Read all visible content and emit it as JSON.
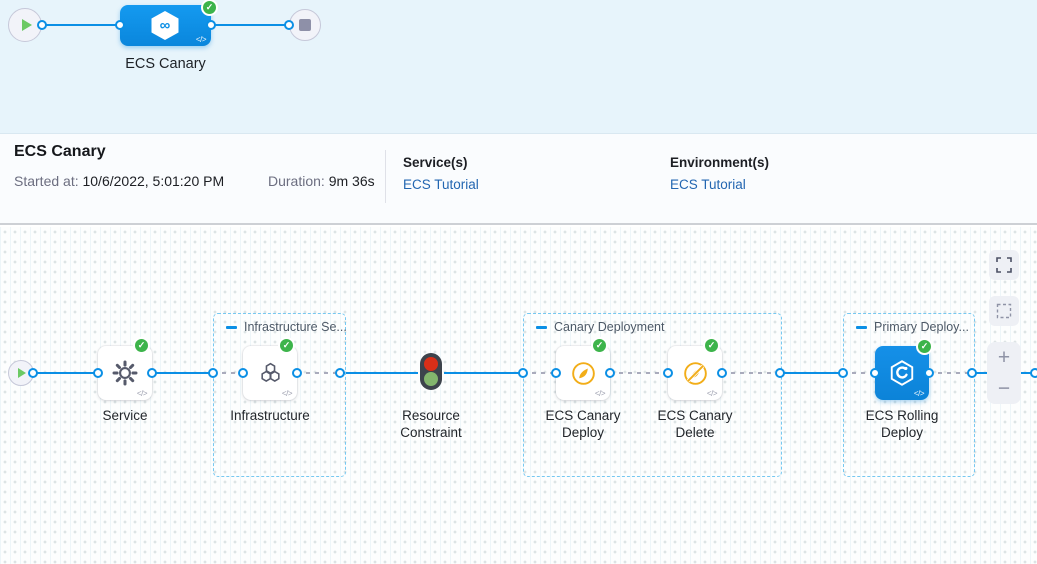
{
  "colors": {
    "accent_blue": "#0b8fe5",
    "success_green": "#3db44b",
    "link_blue": "#2366b1",
    "canary_yellow": "#f2ad18",
    "strip_background": "#e7f4fb"
  },
  "icons": {
    "check": "✓",
    "play-icon": "green triangle",
    "stop-icon": "gray square",
    "gear-icon": "service settings gear",
    "hexagon-cluster-icon": "infrastructure hexagons",
    "traffic-light-icon": "resource constraint light",
    "canary-icon": "yellow canary circle",
    "canary-delete-icon": "yellow canary circle slashed",
    "rolling-deploy-icon": "white hexagon swirl",
    "expand-icon": "fullscreen corners",
    "marquee-select-icon": "dashed square",
    "collapse-icon": "blue minus bar"
  },
  "stage_bar": {
    "stage_name": "ECS Canary",
    "infinity_glyph": "∞"
  },
  "details": {
    "pipeline_name": "ECS Canary",
    "started_label": "Started at:",
    "started_value": " 10/6/2022, 5:01:20 PM",
    "duration_label": "Duration: ",
    "duration_value": "9m 36s",
    "services_label": "Service(s)",
    "services_value": "ECS Tutorial",
    "environments_label": "Environment(s)",
    "environments_value": "ECS Tutorial"
  },
  "graph": {
    "groups": [
      {
        "label": "Infrastructure Se..."
      },
      {
        "label": "Canary Deployment"
      },
      {
        "label": "Primary Deploy..."
      }
    ],
    "nodes": [
      {
        "label": "Service"
      },
      {
        "label": "Infrastructure"
      },
      {
        "label": "Resource Constraint"
      },
      {
        "label": "ECS Canary Deploy"
      },
      {
        "label": "ECS Canary Delete"
      },
      {
        "label": "ECS Rolling Deploy"
      }
    ],
    "code_badge": "</>"
  },
  "controls": {
    "zoom_in_label": "+",
    "zoom_out_label": "−"
  }
}
